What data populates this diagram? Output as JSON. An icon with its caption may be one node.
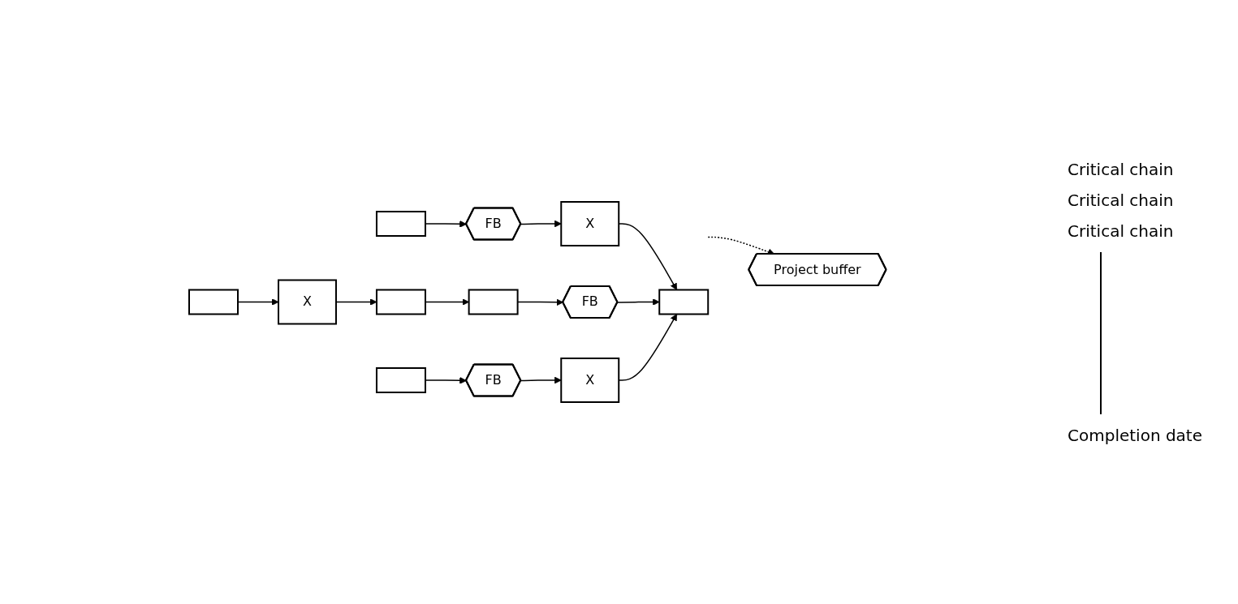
{
  "diagram": {
    "nodes": [
      {
        "text": [],
        "shape": "box"
      },
      {
        "text": [
          "FB"
        ]
      },
      {
        "text": [
          "X"
        ]
      },
      {
        "text": [],
        "shape": "box"
      },
      {
        "text": [
          "X"
        ]
      },
      {
        "text": [],
        "shape": "box"
      },
      {
        "text": [],
        "shape": "box"
      },
      {
        "text": [
          "FB"
        ]
      },
      {
        "text": [],
        "shape": "box"
      },
      {
        "text": [
          "Project buffer"
        ]
      },
      {
        "text": [],
        "shape": "box"
      },
      {
        "text": [
          "FB"
        ]
      },
      {
        "text": [
          "X"
        ]
      }
    ],
    "edges": [
      {
        "from": 0,
        "to": 1,
        "arrow": "to"
      },
      {
        "from": 1,
        "to": 2,
        "arrow": "to"
      },
      {
        "from": 2,
        "to": 8,
        "arrow": "to"
      },
      {
        "from": 3,
        "to": 4,
        "arrow": "to"
      },
      {
        "from": 4,
        "to": 5,
        "arrow": "to"
      },
      {
        "from": 5,
        "to": 6,
        "arrow": "to"
      },
      {
        "from": 6,
        "to": 7,
        "arrow": "to"
      },
      {
        "from": 7,
        "to": 8,
        "arrow": "to"
      },
      {
        "from": 10,
        "to": 11,
        "arrow": "to"
      },
      {
        "from": 11,
        "to": 12,
        "arrow": "to"
      },
      {
        "from": 12,
        "to": 8,
        "arrow": "to"
      },
      {
        "from": null,
        "to": 9,
        "arrow": "to",
        "style": "dashed"
      }
    ],
    "labels": [
      "Critical chain",
      "Critical chain",
      "Critical chain",
      "Completion date"
    ]
  }
}
